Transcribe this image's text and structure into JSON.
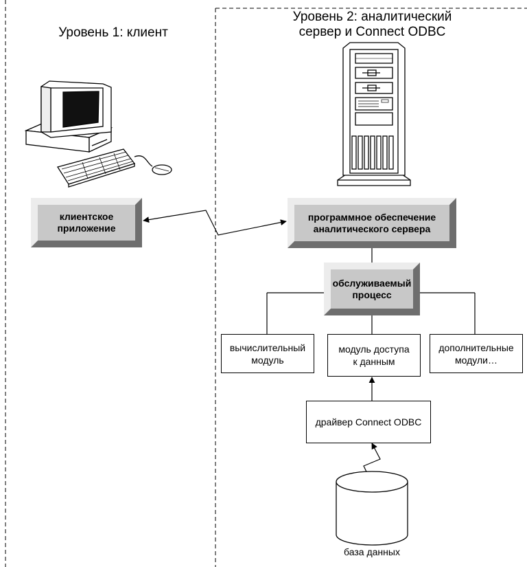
{
  "tiers": {
    "tier1_title": "Уровень 1: клиент",
    "tier2_title_line1": "Уровень 2: аналитический",
    "tier2_title_line2": "сервер и Connect ODBC"
  },
  "nodes": {
    "client_app_line1": "клиентское",
    "client_app_line2": "приложение",
    "server_sw_line1": "программное обеспечение",
    "server_sw_line2": "аналитического сервера",
    "served_process_line1": "обслуживаемый",
    "served_process_line2": "процесс",
    "compute_module_line1": "вычислительный",
    "compute_module_line2": "модуль",
    "data_access_line1": "модуль доступа",
    "data_access_line2": "к данным",
    "extra_modules_line1": "дополнительные",
    "extra_modules_line2": "модули…",
    "odbc_driver": "драйвер Connect ODBC",
    "database": "база данных"
  },
  "icons": [
    "desktop-computer-icon",
    "server-tower-icon",
    "database-cylinder-icon"
  ]
}
